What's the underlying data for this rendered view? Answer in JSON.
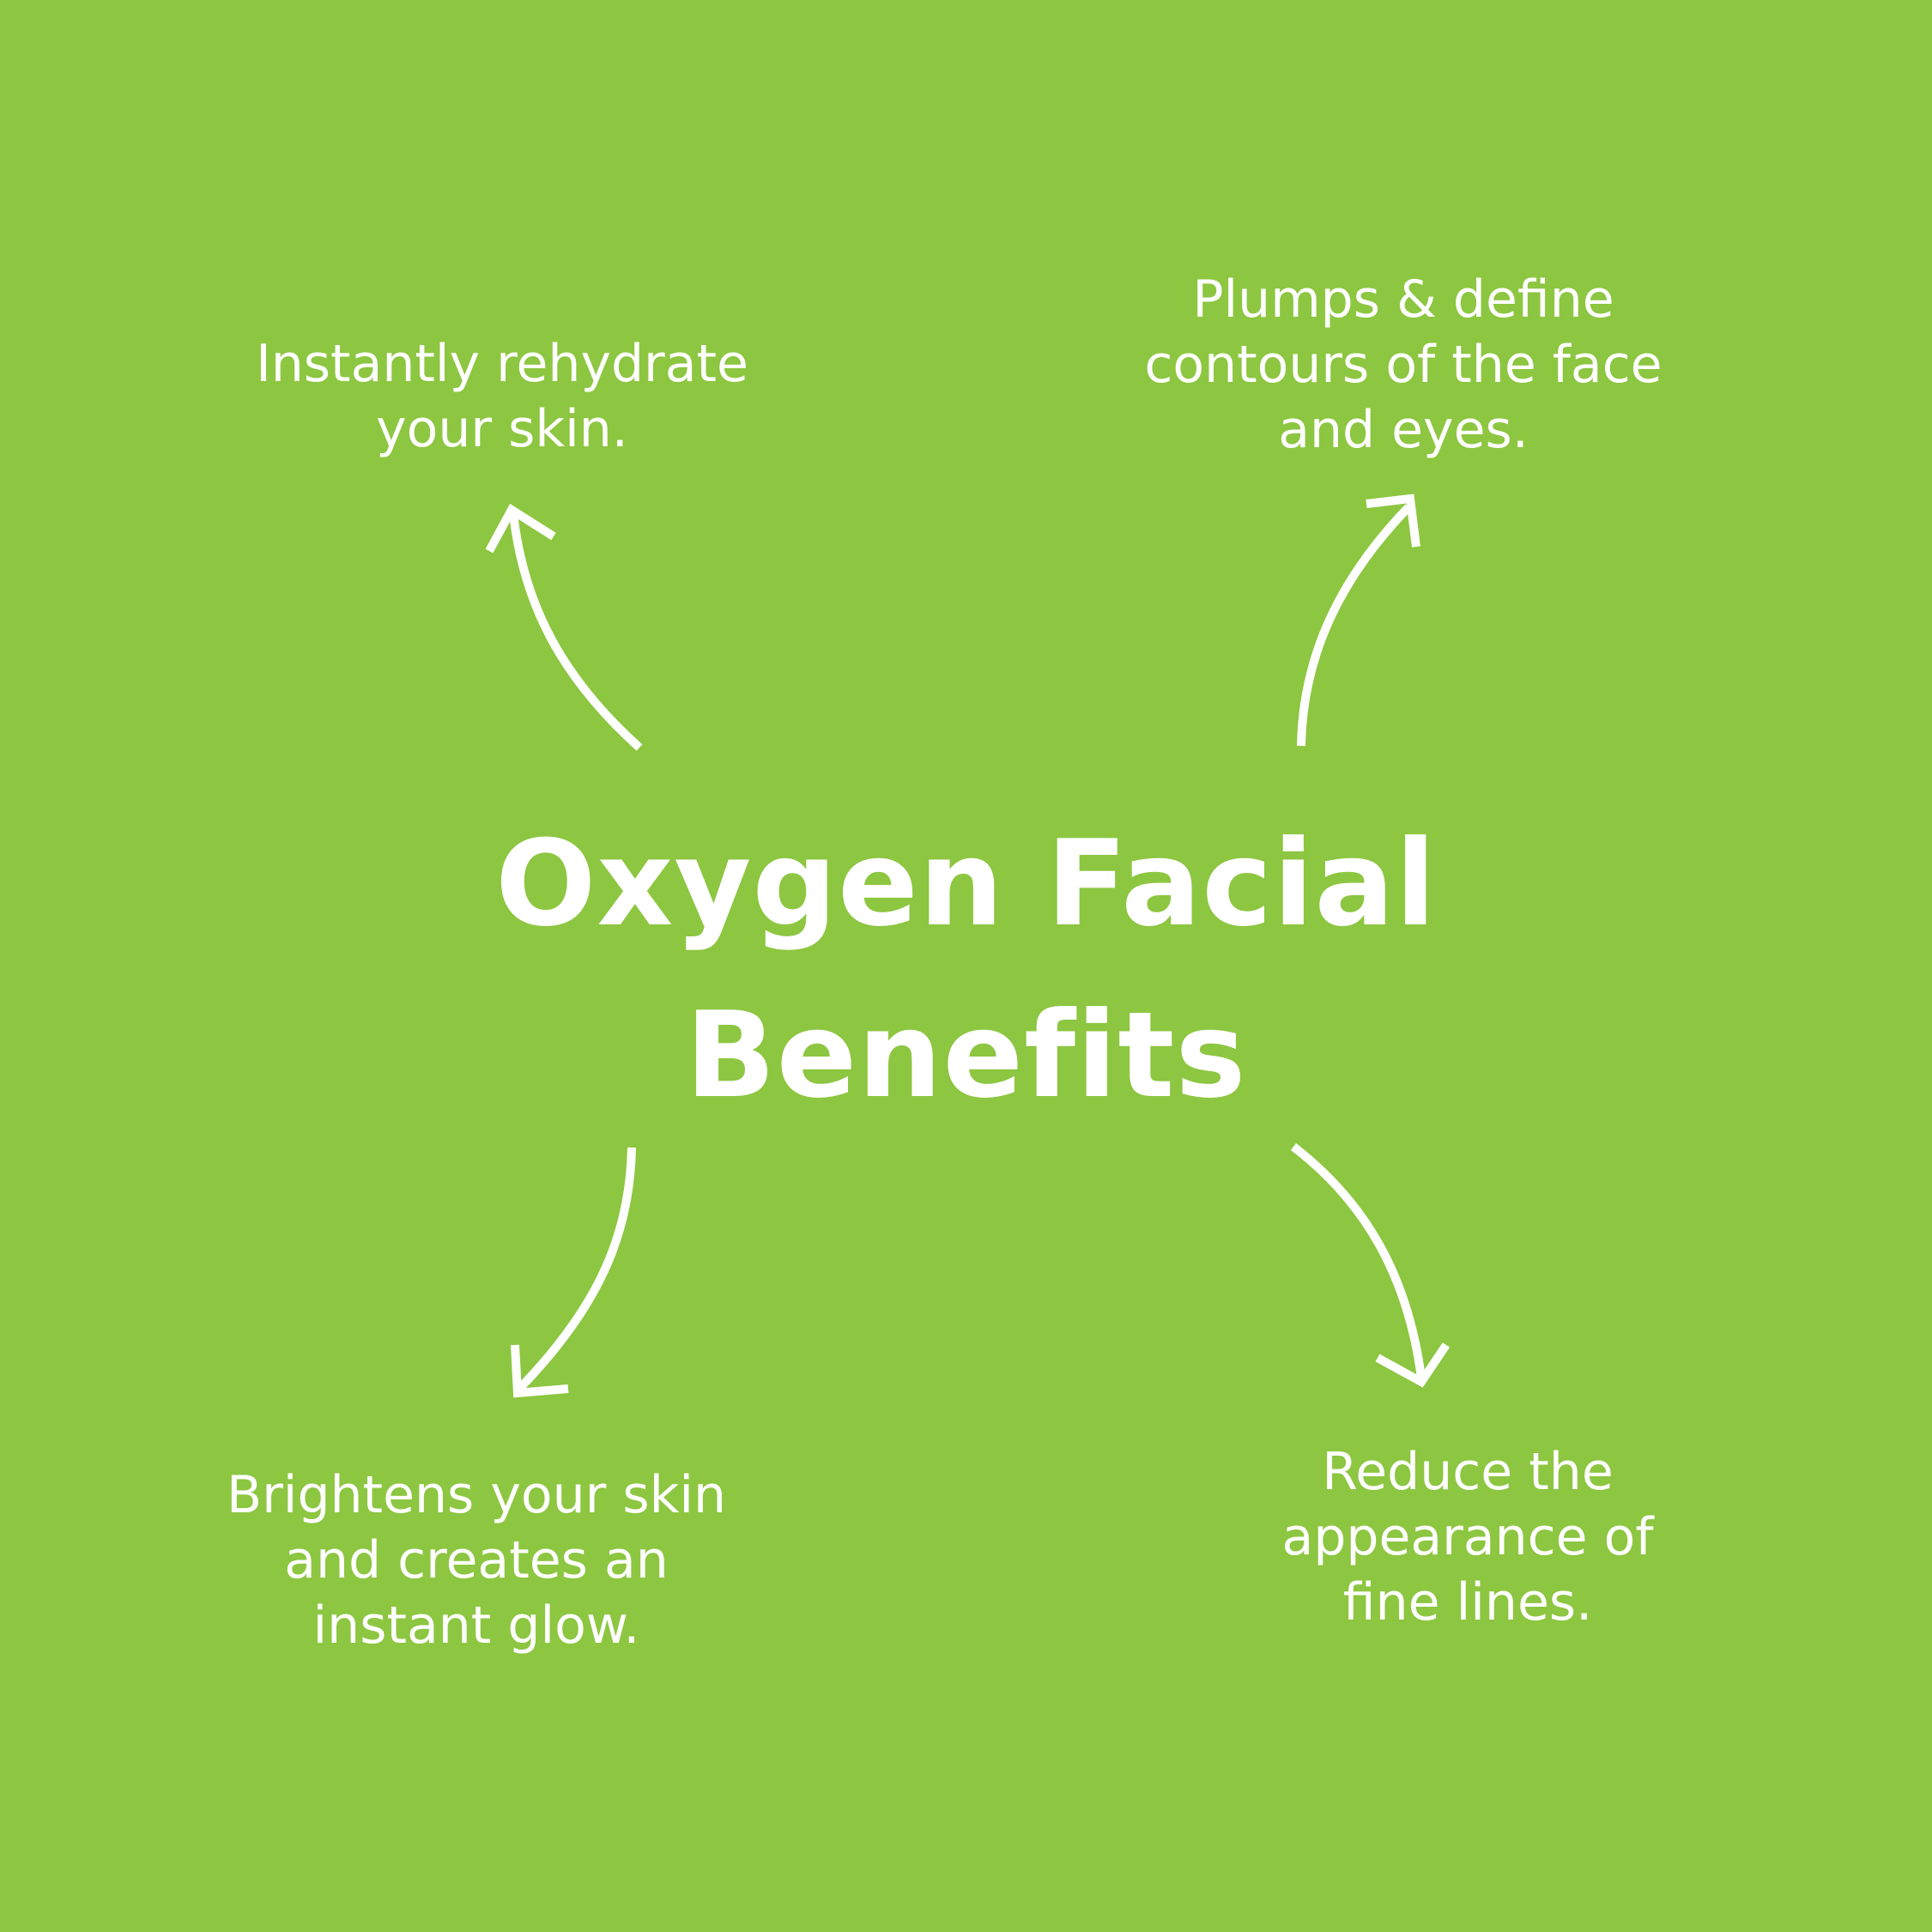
{
  "background_color": "#8dc641",
  "text_color": "#ffffff",
  "title": {
    "line1": "Oxygen Facial",
    "line2": "Benefits"
  },
  "benefits": {
    "top_left": {
      "line1": "Instantly rehydrate",
      "line2": "your skin."
    },
    "top_right": {
      "line1": "Plumps & define",
      "line2": "contours of the face",
      "line3": "and eyes."
    },
    "bottom_left": {
      "line1": "Brightens your skin",
      "line2": "and creates an",
      "line3": "instant glow."
    },
    "bottom_right": {
      "line1": "Reduce the",
      "line2": "appearance of",
      "line3": "fine lines."
    }
  },
  "arrows": [
    {
      "name": "arrow-to-top-left",
      "icon": "curved-arrow-up-left-icon"
    },
    {
      "name": "arrow-to-top-right",
      "icon": "curved-arrow-up-right-icon"
    },
    {
      "name": "arrow-to-bottom-left",
      "icon": "curved-arrow-down-left-icon"
    },
    {
      "name": "arrow-to-bottom-right",
      "icon": "curved-arrow-down-right-icon"
    }
  ]
}
